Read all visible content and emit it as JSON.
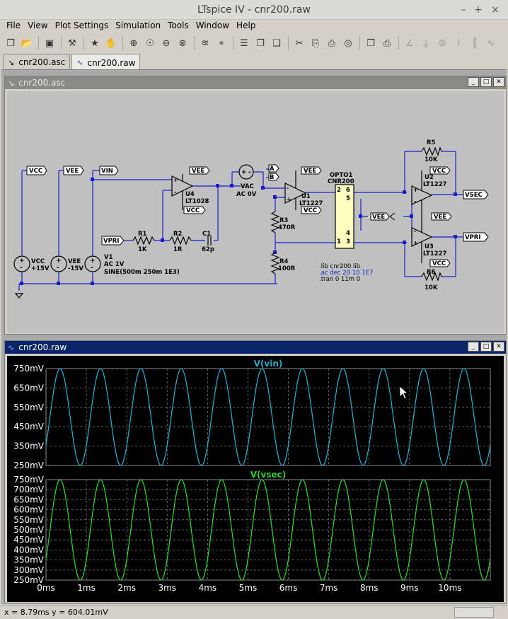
{
  "window": {
    "title": "LTspice IV - cnr200.raw",
    "min": "–",
    "max": "+",
    "close": "×"
  },
  "menu": [
    "File",
    "View",
    "Plot Settings",
    "Simulation",
    "Tools",
    "Window",
    "Help"
  ],
  "tabs": [
    {
      "label": "cnr200.asc",
      "icon": "schematic-icon"
    },
    {
      "label": "cnr200.raw",
      "icon": "waveform-icon"
    }
  ],
  "schematic": {
    "title": "cnr200.asc",
    "labels": {
      "vcc_top": "VCC",
      "vee_top": "VEE",
      "vin": "VIN",
      "vpri_in": "VPRI",
      "vcc_src": "VCC",
      "vcc_val": "+15V",
      "vee_src": "VEE",
      "vee_val": "-15V",
      "v1": "V1",
      "v1_ac": "AC 1V",
      "v1_sine": "SINE(500m 250m 1E3)",
      "r1": "R1",
      "r1_val": "1K",
      "r2": "R2",
      "r2_val": "1R",
      "c1": "C1",
      "c1_val": "62p",
      "u4": "U4",
      "u4_part": "LT1028",
      "u4_vee": "VEE",
      "u4_vcc": "VCC",
      "vac": "VAC",
      "vac_val": "AC 0V",
      "net_a": "A",
      "net_b": "B",
      "u1": "U1",
      "u1_part": "LT1227",
      "u1_vee": "VEE",
      "u1_vcc": "VCC",
      "r3": "R3",
      "r3_val": "470R",
      "r4": "R4",
      "r4_val": "100R",
      "opto": "OPTO1",
      "opto_part": "CNR200",
      "pin2": "2",
      "pin6": "6",
      "pin5": "5",
      "pin4": "4",
      "pin1": "1",
      "pin3": "3",
      "opto_vee": "VEE",
      "r5": "R5",
      "r5_val": "10K",
      "u2": "U2",
      "u2_part": "LT1227",
      "u2_vcc": "VCC",
      "vsec": "VSEC",
      "u2_vee": "VEE",
      "u3": "U3",
      "u3_part": "LT1227",
      "u3_vcc": "VCC",
      "vpri_out": "VPRI",
      "r6": "R6",
      "r6_val": "10K"
    },
    "directives": {
      "lib": ".lib cnr200.lib",
      "ac": ".ac dec 20 10 1E7",
      "tran": ".tran 0 11m 0"
    }
  },
  "waveform": {
    "title": "cnr200.raw",
    "status": "x = 8.79ms    y = 604.01mV"
  },
  "chart_data": [
    {
      "type": "line",
      "title": "V(vin)",
      "color": "#2aa8c8",
      "x_unit": "ms",
      "xlim": [
        0,
        11
      ],
      "ylim": [
        250,
        750
      ],
      "y_unit": "mV",
      "ytick_labels": [
        "750mV",
        "650mV",
        "550mV",
        "450mV",
        "350mV",
        "250mV"
      ],
      "series": [
        {
          "name": "V(vin)",
          "offset": 500,
          "amplitude": 250,
          "frequency_khz": 1
        }
      ]
    },
    {
      "type": "line",
      "title": "V(vsec)",
      "color": "#2fd02f",
      "x_unit": "ms",
      "xlim": [
        0,
        11
      ],
      "ylim": [
        250,
        750
      ],
      "y_unit": "mV",
      "ytick_labels": [
        "750mV",
        "700mV",
        "650mV",
        "600mV",
        "550mV",
        "500mV",
        "450mV",
        "400mV",
        "350mV",
        "300mV",
        "250mV"
      ],
      "xtick_labels": [
        "0ms",
        "1ms",
        "2ms",
        "3ms",
        "4ms",
        "5ms",
        "6ms",
        "7ms",
        "8ms",
        "9ms",
        "10ms"
      ],
      "series": [
        {
          "name": "V(vsec)",
          "offset": 500,
          "amplitude": 250,
          "frequency_khz": 1
        }
      ]
    }
  ]
}
